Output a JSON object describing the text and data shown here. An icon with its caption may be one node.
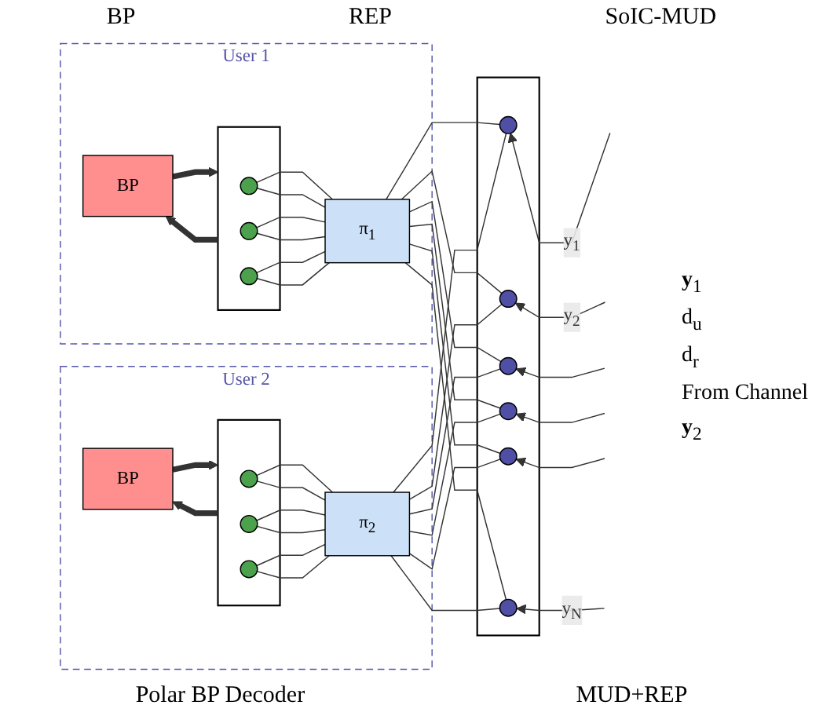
{
  "diagram": {
    "nodes": [
      {
        "text": [
          "User 1"
        ]
      },
      {
        "text": [
          "BP"
        ],
        "in": 0
      },
      {
        "text": [],
        "shape": "box",
        "in": 0
      },
      {
        "text": [],
        "shape": "circle",
        "in": 2
      },
      {
        "text": [],
        "shape": "circle",
        "in": 2
      },
      {
        "text": [],
        "shape": "circle",
        "in": 2
      },
      {
        "text": [
          "π$_{1}$"
        ],
        "in": 0
      },
      {
        "text": [
          "User 2"
        ]
      },
      {
        "text": [
          "BP"
        ],
        "in": 7
      },
      {
        "text": [],
        "shape": "box",
        "in": 7
      },
      {
        "text": [],
        "shape": "circle",
        "in": 9
      },
      {
        "text": [],
        "shape": "circle",
        "in": 9
      },
      {
        "text": [],
        "shape": "circle",
        "in": 9
      },
      {
        "text": [
          "π$_{2}$"
        ],
        "in": 7
      },
      {
        "text": [],
        "shape": "box"
      },
      {
        "text": [],
        "shape": "circle",
        "in": 14
      },
      {
        "text": [],
        "shape": "circle",
        "in": 14
      },
      {
        "text": [],
        "shape": "circle",
        "in": 14
      },
      {
        "text": [],
        "shape": "circle",
        "in": 14
      },
      {
        "text": [],
        "shape": "circle",
        "in": 14
      },
      {
        "text": [],
        "shape": "circle",
        "in": 14
      }
    ],
    "edges": [
      {
        "from": 2,
        "to": 1,
        "arrow": "to",
        "style": "thick"
      },
      {
        "from": 1,
        "to": 2,
        "arrow": "to",
        "style": "thick"
      },
      {
        "from": 3,
        "to": 6,
        "arrow": "none"
      },
      {
        "from": 3,
        "to": 6,
        "arrow": "none"
      },
      {
        "from": 4,
        "to": 6,
        "arrow": "none"
      },
      {
        "from": 4,
        "to": 6,
        "arrow": "none"
      },
      {
        "from": 5,
        "to": 6,
        "arrow": "none"
      },
      {
        "from": 5,
        "to": 6,
        "arrow": "none"
      },
      {
        "from": 9,
        "to": 8,
        "arrow": "to",
        "style": "thick"
      },
      {
        "from": 8,
        "to": 9,
        "arrow": "to",
        "style": "thick"
      },
      {
        "from": 10,
        "to": 13,
        "arrow": "none"
      },
      {
        "from": 10,
        "to": 13,
        "arrow": "none"
      },
      {
        "from": 11,
        "to": 13,
        "arrow": "none"
      },
      {
        "from": 11,
        "to": 13,
        "arrow": "none"
      },
      {
        "from": 12,
        "to": 13,
        "arrow": "none"
      },
      {
        "from": 12,
        "to": 13,
        "arrow": "none"
      },
      {
        "from": 6,
        "to": 15,
        "arrow": "none"
      },
      {
        "from": 6,
        "to": 16,
        "arrow": "none"
      },
      {
        "from": 6,
        "to": 17,
        "arrow": "none"
      },
      {
        "from": 6,
        "to": 18,
        "arrow": "none"
      },
      {
        "from": 6,
        "to": 19,
        "arrow": "none"
      },
      {
        "from": 6,
        "to": 20,
        "arrow": "none"
      },
      {
        "from": 13,
        "to": 15,
        "arrow": "none"
      },
      {
        "from": 13,
        "to": 16,
        "arrow": "none"
      },
      {
        "from": 13,
        "to": 17,
        "arrow": "none"
      },
      {
        "from": 13,
        "to": 18,
        "arrow": "none"
      },
      {
        "from": 13,
        "to": 19,
        "arrow": "none"
      },
      {
        "from": 13,
        "to": 20,
        "arrow": "none"
      },
      {
        "from": null,
        "to": 15,
        "arrow": "to",
        "label": "y$_{1}$"
      },
      {
        "from": null,
        "to": 16,
        "arrow": "to",
        "label": "y$_{2}$"
      },
      {
        "from": null,
        "to": 17,
        "arrow": "to"
      },
      {
        "from": null,
        "to": 18,
        "arrow": "to"
      },
      {
        "from": null,
        "to": 19,
        "arrow": "to"
      },
      {
        "from": null,
        "to": 20,
        "arrow": "to",
        "label": "y$_{N}$"
      }
    ],
    "labels": [
      "BP",
      "REP",
      "SoIC-MUD",
      "**y**$_{1}$",
      "d$_{u}$",
      "d$_{r}$",
      "From Channel",
      "**y**$_{2}$",
      "Polar BP Decoder",
      "MUD+REP"
    ]
  }
}
